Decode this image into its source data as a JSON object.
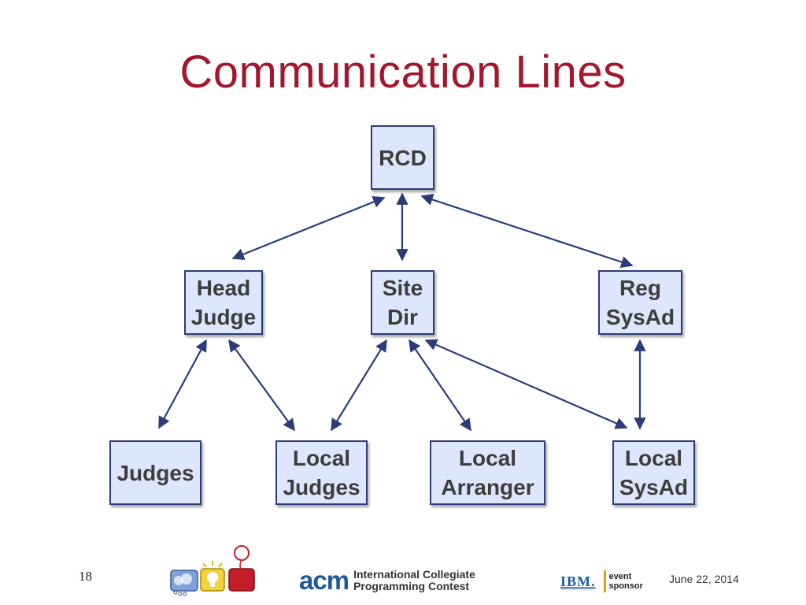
{
  "title": "Communication Lines",
  "nodes": {
    "rcd": "RCD",
    "head_judge": "Head\nJudge",
    "site_dir": "Site\nDir",
    "reg_sysad": "Reg\nSysAd",
    "judges": "Judges",
    "local_judges": "Local\nJudges",
    "local_arranger": "Local\nArranger",
    "local_sysad": "Local\nSysAd"
  },
  "edges": [
    {
      "from": "RCD",
      "to": "Head Judge",
      "direction": "both"
    },
    {
      "from": "RCD",
      "to": "Site Dir",
      "direction": "both"
    },
    {
      "from": "RCD",
      "to": "Reg SysAd",
      "direction": "both"
    },
    {
      "from": "Head Judge",
      "to": "Judges",
      "direction": "both"
    },
    {
      "from": "Head Judge",
      "to": "Local Judges",
      "direction": "both"
    },
    {
      "from": "Site Dir",
      "to": "Local Judges",
      "direction": "both"
    },
    {
      "from": "Site Dir",
      "to": "Local Arranger",
      "direction": "both"
    },
    {
      "from": "Site Dir",
      "to": "Local SysAd",
      "direction": "both"
    },
    {
      "from": "Reg SysAd",
      "to": "Local SysAd",
      "direction": "both"
    }
  ],
  "colors": {
    "title": "#a3172e",
    "node_fill": "#dde6fb",
    "node_border": "#2c3c7a",
    "connector": "#2c3c7a"
  },
  "footer": {
    "slide_number": "18",
    "acm_word": "acm",
    "acm_subtitle": "International Collegiate\nProgramming Contest",
    "ibm_word": "IBM.",
    "sponsor_text": "event\nsponsor",
    "date": "June 22, 2014"
  }
}
